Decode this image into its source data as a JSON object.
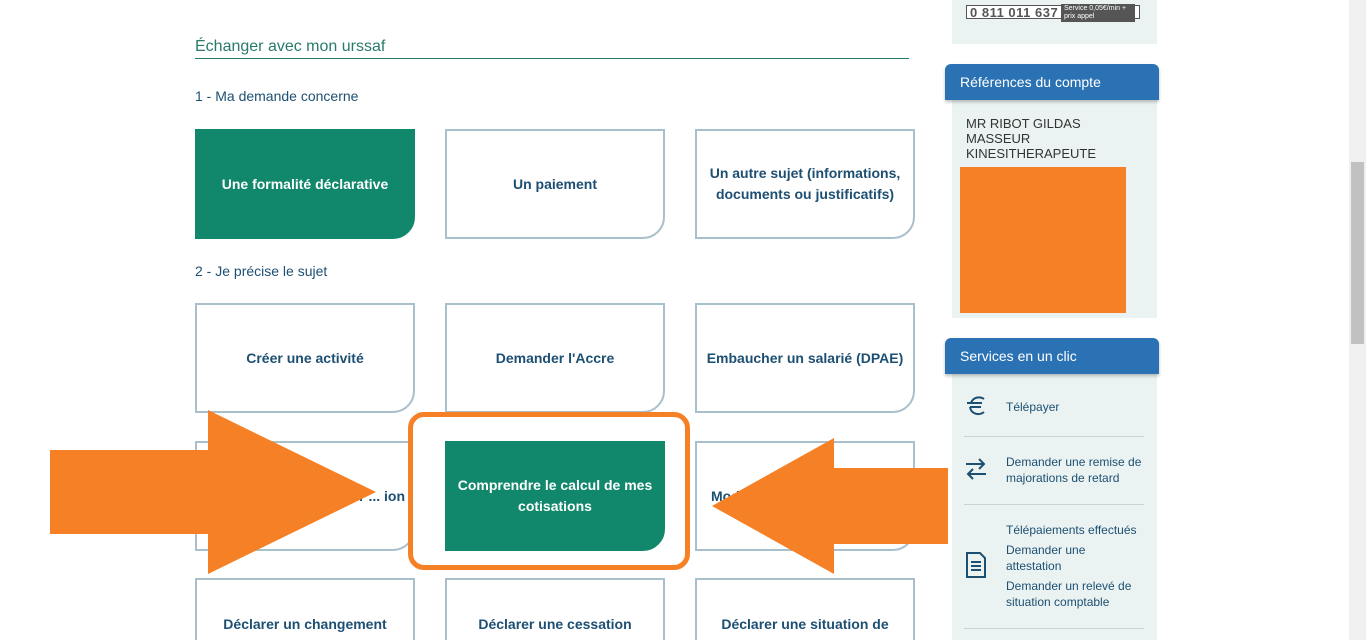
{
  "header": {
    "title": "Échanger avec mon urssaf"
  },
  "step1": {
    "label": "1 - Ma demande concerne",
    "tiles": [
      {
        "label": "Une formalité déclarative",
        "active": true
      },
      {
        "label": "Un paiement",
        "active": false
      },
      {
        "label": "Un autre sujet (informations, documents ou justificatifs)",
        "active": false
      }
    ]
  },
  "step2": {
    "label": "2 - Je précise le sujet",
    "tiles": [
      {
        "label": "Créer une activité"
      },
      {
        "label": "Demander l'Accre"
      },
      {
        "label": "Embaucher un salarié (DPAE)"
      },
      {
        "label": "remplir ... ion"
      },
      {
        "label": "Comprendre le calcul de mes cotisations",
        "active": true
      },
      {
        "label": "Modifi"
      },
      {
        "label": "Déclarer un changement"
      },
      {
        "label": "Déclarer une cessation"
      },
      {
        "label": "Déclarer une situation de"
      }
    ]
  },
  "sidebar": {
    "phone": {
      "number": "0 811 011 637",
      "tag": "Service 0,05€/min + prix appel"
    },
    "account": {
      "title": "Références du compte",
      "lines": [
        "MR RIBOT GILDAS",
        "MASSEUR",
        "KINESITHERAPEUTE"
      ]
    },
    "services": {
      "title": "Services en un clic",
      "items": [
        {
          "label": "Télépayer",
          "icon": "euro-icon"
        },
        {
          "label": "Demander une remise de majorations de retard",
          "icon": "exchange-arrows-icon"
        },
        {
          "label": "Télépaiements effectués",
          "icon": "document-list-icon"
        },
        {
          "label": "Demander une attestation"
        },
        {
          "label": "Demander un relevé de situation comptable"
        }
      ]
    }
  },
  "colors": {
    "brand_green": "#11876b",
    "brand_blue": "#2b72b4",
    "highlight_orange": "#f58025",
    "text_blue": "#1d4f73"
  }
}
